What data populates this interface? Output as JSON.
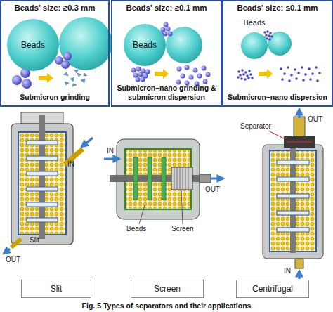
{
  "diagram": {
    "caption": "Fig. 5 Types of separators and their applications",
    "nodes": [
      {
        "text": [
          "Beads' size: ≥0.3 mm",
          "Submicron grinding"
        ]
      },
      {
        "text": [
          "Beads"
        ],
        "in": 0
      },
      {
        "text": [
          "Beads' size: ≥0.1 mm",
          "Submicron–nano grinding & submicron dispersion"
        ]
      },
      {
        "text": [
          "Beads"
        ],
        "in": 2
      },
      {
        "text": [
          "Beads' size: ≤0.1 mm",
          "Submicron–nano dispersion"
        ]
      },
      {
        "text": [
          "Beads"
        ],
        "in": 4
      },
      {
        "text": [
          "Slit"
        ]
      },
      {
        "text": [
          "Screen"
        ]
      },
      {
        "text": [
          "Centrifugal"
        ]
      }
    ],
    "labels": [
      "IN",
      "OUT",
      "Slit",
      "IN",
      "OUT",
      "Beads",
      "Screen",
      "Separator",
      "OUT",
      "IN"
    ]
  }
}
